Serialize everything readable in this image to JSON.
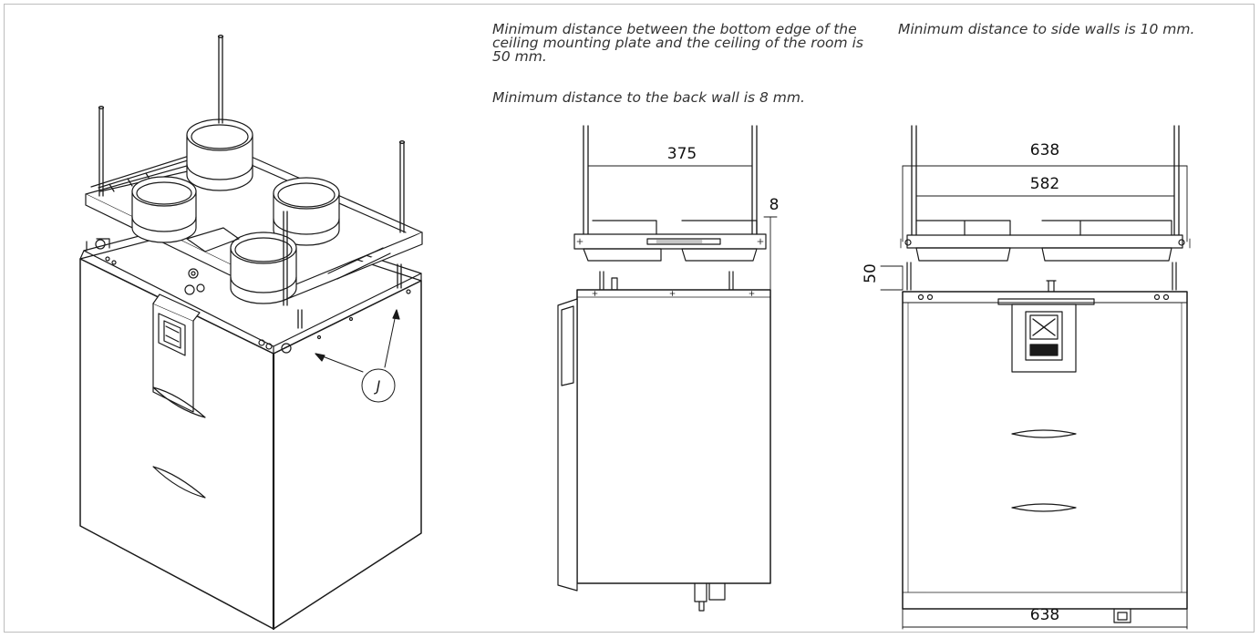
{
  "notes": {
    "ceiling": "Minimum distance between the bottom edge of the ceiling mounting plate and the ceiling of the room is 50 mm.",
    "back_wall": "Minimum distance to the back wall is 8 mm.",
    "side_walls": "Minimum distance to side walls is 10 mm."
  },
  "callouts": {
    "j": "J"
  },
  "dimensions": {
    "side_top": "375",
    "side_back": "8",
    "front_top_outer": "638",
    "front_top_inner": "582",
    "front_ceiling": "50",
    "front_bottom": "638"
  },
  "colors": {
    "line": "#1a1a1a",
    "frame": "#bdbdbd"
  }
}
